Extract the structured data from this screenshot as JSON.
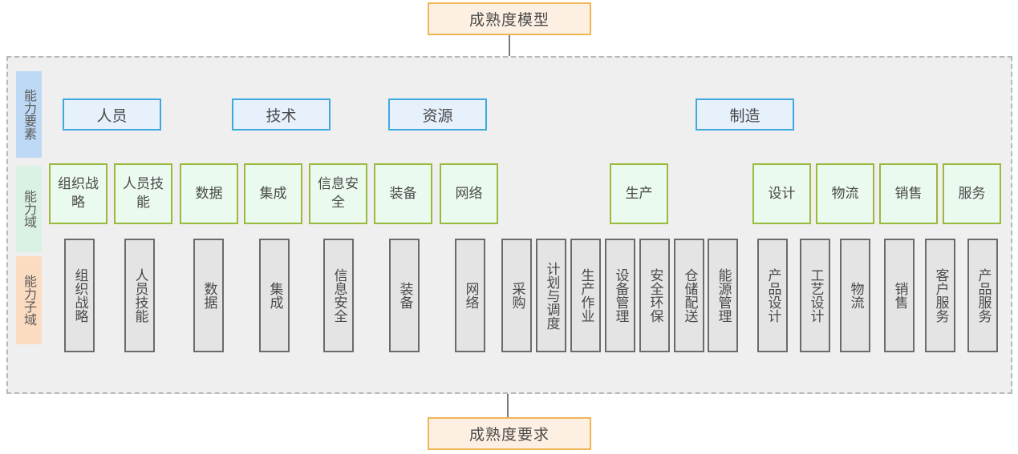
{
  "top": {
    "label": "成熟度模型"
  },
  "bottom": {
    "label": "成熟度要求"
  },
  "row_labels": {
    "elements": "能力要素",
    "domains": "能力域",
    "subdomains": "能力子域"
  },
  "colors": {
    "orange_border": "#f0b555",
    "blue_border": "#3fa9de",
    "green_border": "#9bb93c",
    "gray_border": "#6b6b6b"
  },
  "elements": [
    {
      "label": "人员",
      "domains": [
        {
          "label": "组织战略",
          "subdomains": [
            "组织战略"
          ]
        },
        {
          "label": "人员技能",
          "subdomains": [
            "人员技能"
          ]
        }
      ]
    },
    {
      "label": "技术",
      "domains": [
        {
          "label": "数据",
          "subdomains": [
            "数据"
          ]
        },
        {
          "label": "集成",
          "subdomains": [
            "集成"
          ]
        },
        {
          "label": "信息安全",
          "subdomains": [
            "信息安全"
          ]
        }
      ]
    },
    {
      "label": "资源",
      "domains": [
        {
          "label": "装备",
          "subdomains": [
            "装备"
          ]
        },
        {
          "label": "网络",
          "subdomains": [
            "网络"
          ]
        }
      ]
    },
    {
      "label": "制造",
      "domains": [
        {
          "label": "生产",
          "subdomains": [
            "采购",
            "计划与调度",
            "生产作业",
            "设备管理",
            "安全环保",
            "仓储配送",
            "能源管理"
          ]
        },
        {
          "label": "设计",
          "subdomains": [
            "产品设计",
            "工艺设计"
          ]
        },
        {
          "label": "物流",
          "subdomains": [
            "物流"
          ]
        },
        {
          "label": "销售",
          "subdomains": [
            "销售"
          ]
        },
        {
          "label": "服务",
          "subdomains": [
            "客户服务",
            "产品服务"
          ]
        }
      ]
    }
  ]
}
